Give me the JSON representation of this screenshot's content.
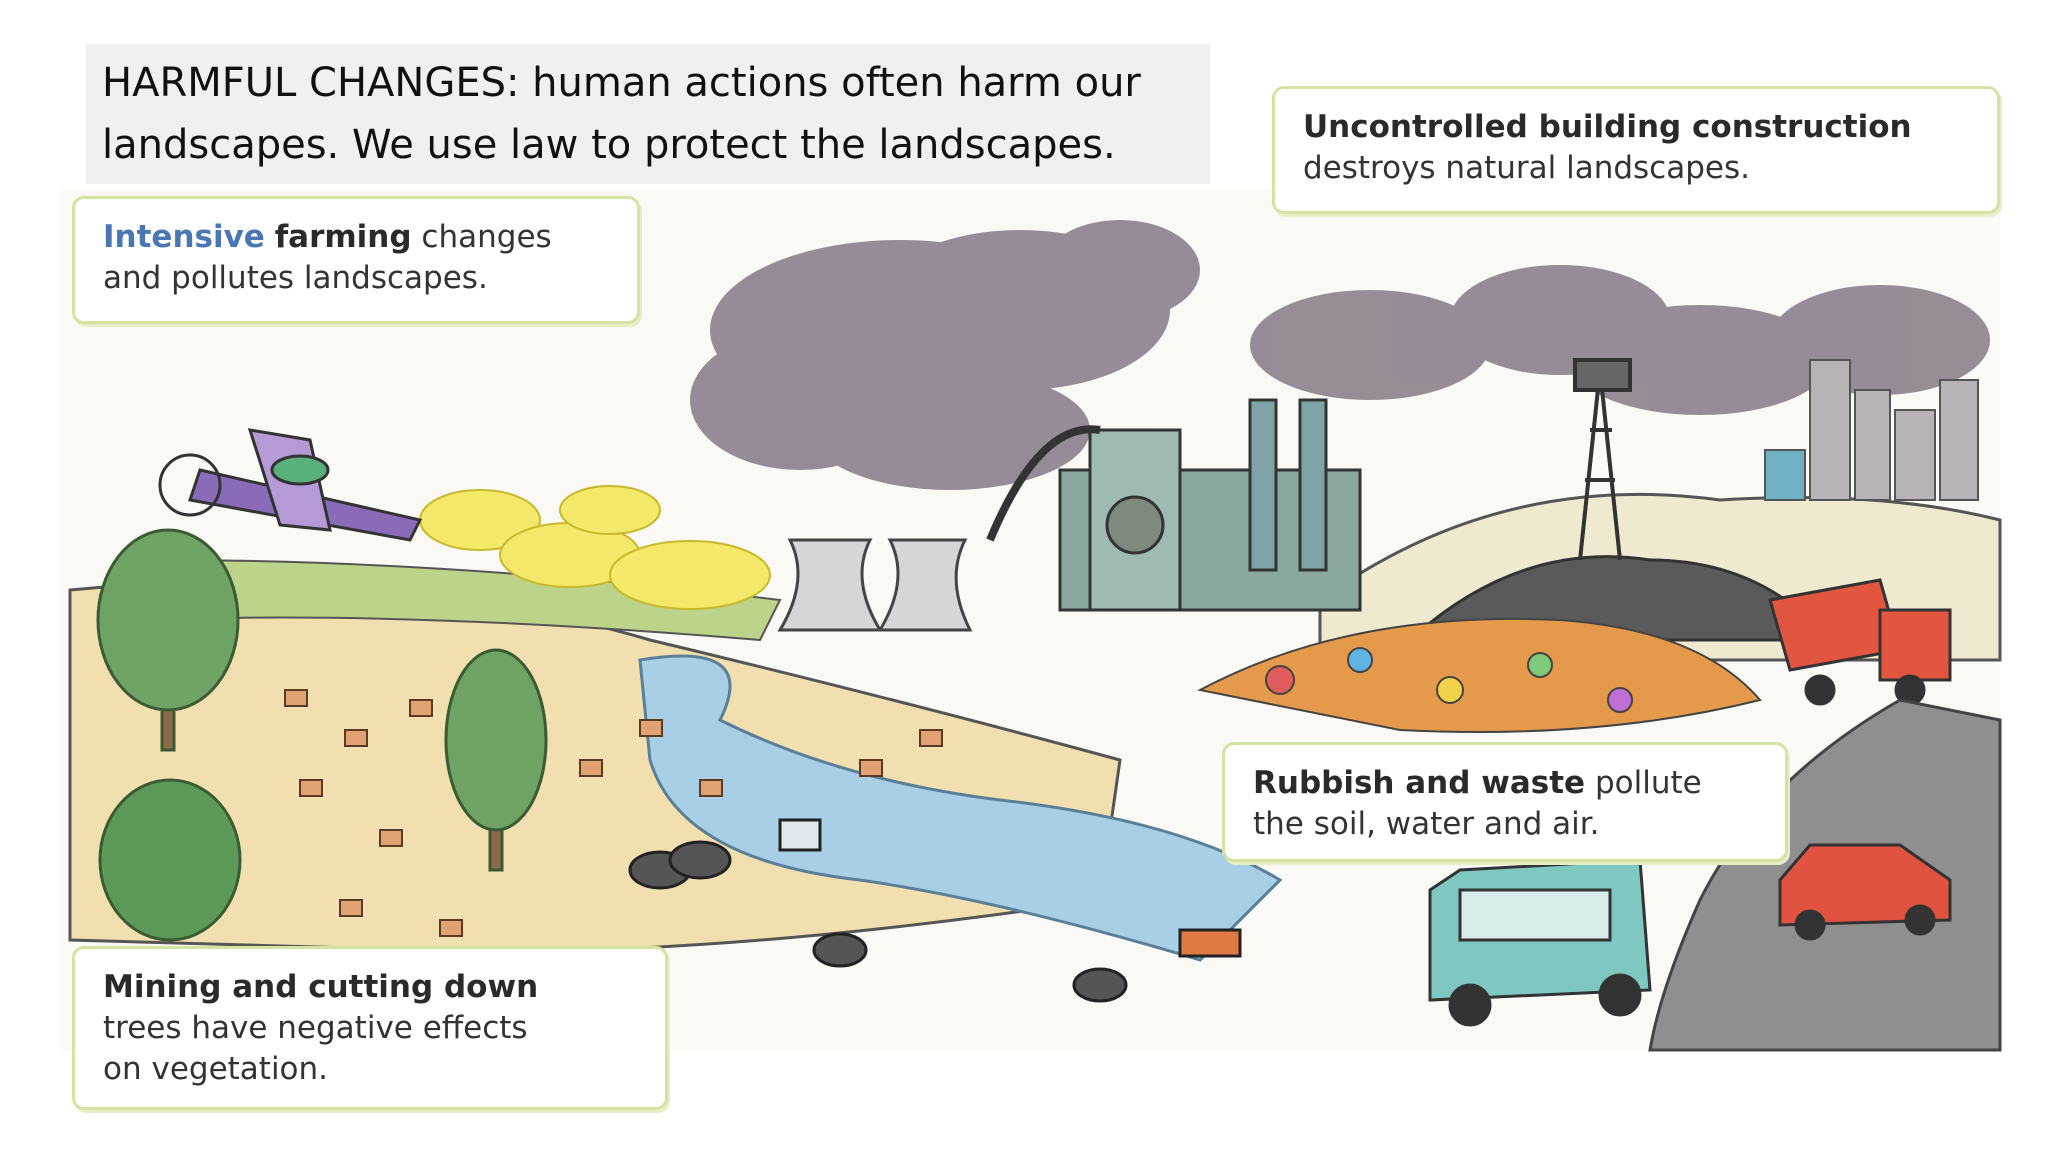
{
  "title": {
    "line1": "HARMFUL CHANGES: human actions often harm our",
    "line2": "landscapes.  We use law to protect the landscapes."
  },
  "callouts": {
    "farming": {
      "word1": "Intensive",
      "word2": "farming",
      "rest1": " changes",
      "line2": "and pollutes landscapes."
    },
    "building": {
      "bold": "Uncontrolled building construction",
      "line2": "destroys natural landscapes."
    },
    "rubbish": {
      "bold": "Rubbish and waste",
      "rest1": " pollute",
      "line2": "the soil, water and air."
    },
    "mining": {
      "bold": "Mining and cutting down",
      "line2": "trees have negative effects",
      "line3": "on vegetation."
    }
  },
  "colors": {
    "callout_border": "#d5e3a2",
    "accent_blue": "#4a77b4",
    "smoke": "#8a7f8c",
    "river": "#9fc6e0",
    "ground": "#f3e2b9",
    "tree": "#6aa060"
  }
}
